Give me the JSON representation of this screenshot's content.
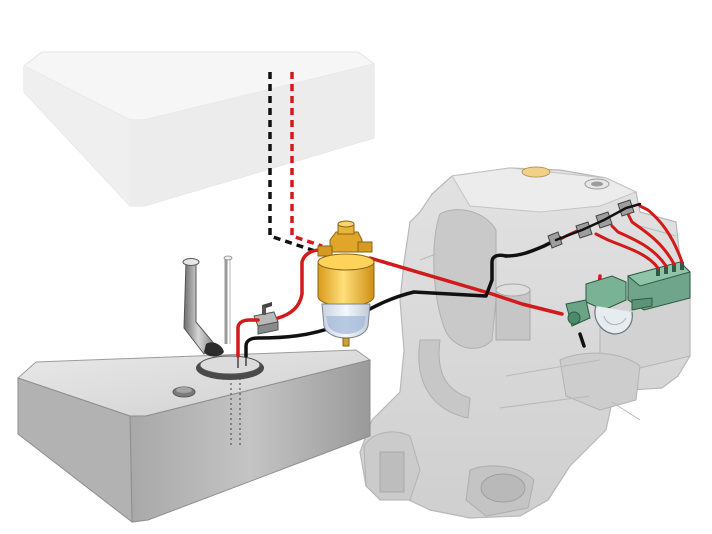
{
  "colors": {
    "background": "#ffffff",
    "supply_line": "#d21a1a",
    "return_line": "#111111",
    "tank_light": "#ececec",
    "tank_metal": "#a9a9a9",
    "engine": "#d8d8d8",
    "filter_brass": "#f3c63f",
    "filter_bowl": "#e8eef7",
    "injection_pump": "#6fa58a"
  },
  "components": [
    {
      "id": "upper-tank",
      "icon": "fuel-tank-icon"
    },
    {
      "id": "lower-tank",
      "icon": "fuel-tank-icon"
    },
    {
      "id": "fuel-filter",
      "icon": "filter-icon"
    },
    {
      "id": "lift-pump",
      "icon": "pump-icon"
    },
    {
      "id": "injection-pump",
      "icon": "injection-pump-icon"
    },
    {
      "id": "injectors",
      "icon": "injector-icon"
    },
    {
      "id": "engine-block",
      "icon": "engine-icon"
    },
    {
      "id": "shutoff-valve",
      "icon": "valve-icon"
    }
  ]
}
